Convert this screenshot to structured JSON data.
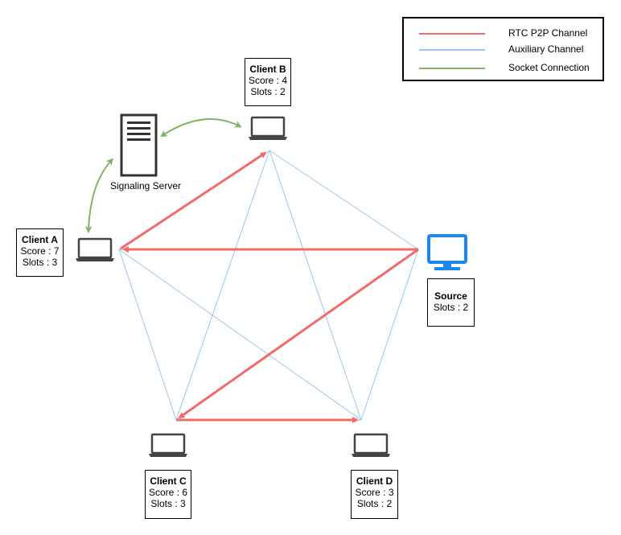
{
  "colors": {
    "rtc": "#f26b6b",
    "aux": "#99c7f0",
    "socket": "#82b366",
    "laptop": "#444444",
    "source_monitor": "#1a88f0",
    "server": "#333333"
  },
  "legend": {
    "rtc_label": "RTC P2P Channel",
    "aux_label": "Auxiliary Channel",
    "socket_label": "Socket Connection"
  },
  "server": {
    "icon": "server-icon",
    "label": "Signaling Server"
  },
  "nodes": {
    "client_b": {
      "name": "Client B",
      "score": "Score : 4",
      "slots": "Slots : 2",
      "icon": "laptop-icon"
    },
    "client_a": {
      "name": "Client A",
      "score": "Score : 7",
      "slots": "Slots : 3",
      "icon": "laptop-icon"
    },
    "source": {
      "name": "Source",
      "slots": "Slots : 2",
      "icon": "monitor-icon"
    },
    "client_c": {
      "name": "Client C",
      "score": "Score : 6",
      "slots": "Slots : 3",
      "icon": "laptop-icon"
    },
    "client_d": {
      "name": "Client D",
      "score": "Score : 3",
      "slots": "Slots : 2",
      "icon": "laptop-icon"
    }
  }
}
